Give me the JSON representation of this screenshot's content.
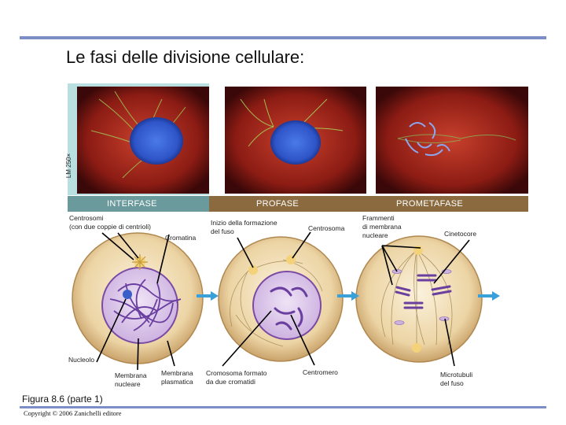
{
  "title": "Le fasi delle divisione cellulare:",
  "micrograph_scale": "LM 250×",
  "phases": [
    "INTERFASE",
    "PROFASE",
    "PROMETAFASE"
  ],
  "labels": {
    "centrosomi": "Centrosomi\n(con due coppie di centrioli)",
    "cromatina": "Cromatina",
    "inizio_fuso": "Inizio della formazione\ndel fuso",
    "centrosoma": "Centrosoma",
    "frammenti": "Frammenti\ndi membrana\nnucleare",
    "cinetocore": "Cinetocore",
    "nucleolo": "Nucleolo",
    "membrana_nucleare": "Membrana\nnucleare",
    "membrana_plasmatica": "Membrana\nplasmatica",
    "cromosoma": "Cromosoma formato\nda due cromatidi",
    "centromero": "Centromero",
    "microtubuli": "Microtubuli\ndel fuso"
  },
  "figure_caption": "Figura 8.6 (parte 1)",
  "copyright": "Copyright © 2006 Zanichelli editore",
  "colors": {
    "accent_line": "#7b8fc6",
    "band_interfase": "#6b9a9c",
    "band_other": "#8a6a3e",
    "arrow": "#3aa0d8",
    "chromatin": "#6a3fa0"
  }
}
